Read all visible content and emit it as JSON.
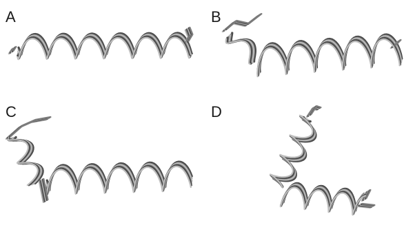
{
  "panels": [
    {
      "label": "A"
    },
    {
      "label": "B"
    },
    {
      "label": "C"
    },
    {
      "label": "D"
    }
  ],
  "colors": {
    "background": "#ffffff",
    "ribbon_dark": "#4a4a4a",
    "ribbon_mid": "#7c7c7c",
    "ribbon_light": "#bdbdbd",
    "label": "#1a1a1a"
  },
  "icons": [
    "protein-helix-ensemble"
  ]
}
